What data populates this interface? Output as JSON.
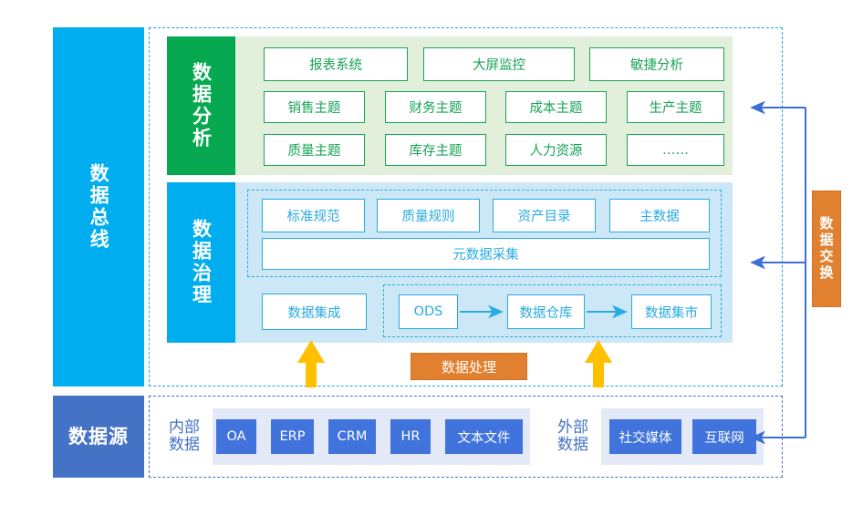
{
  "colors": {
    "bus_blue": "#00AEEF",
    "source_blue": "#4472C4",
    "analysis_green": "#06A94F",
    "analysis_band": "#E2EFDA",
    "governance_band": "#CCE7F6",
    "orange": "#E1802F",
    "yellow_arrow": "#FFC000",
    "box_blue": "#4073DB",
    "group_bg": "#E3E9F7"
  },
  "rails": {
    "data_bus": "数据总线",
    "data_source": "数据源"
  },
  "exchange": {
    "label": "数据交换"
  },
  "processing": {
    "label": "数据处理"
  },
  "analysis": {
    "caption": "数据分析",
    "row1": [
      "报表系统",
      "大屏监控",
      "敏捷分析"
    ],
    "row2": [
      "销售主题",
      "财务主题",
      "成本主题",
      "生产主题"
    ],
    "row3": [
      "质量主题",
      "库存主题",
      "人力资源",
      "……"
    ]
  },
  "governance": {
    "caption": "数据治理",
    "meta_row": [
      "标准规范",
      "质量规则",
      "资产目录",
      "主数据"
    ],
    "meta_wide": "元数据采集",
    "integration": "数据集成",
    "pipeline": [
      "ODS",
      "数据仓库",
      "数据集市"
    ]
  },
  "source": {
    "internal_label": "内部\n数据",
    "internal_label_l1": "内部",
    "internal_label_l2": "数据",
    "internal_items": [
      "OA",
      "ERP",
      "CRM",
      "HR",
      "文本文件"
    ],
    "external_label_l1": "外部",
    "external_label_l2": "数据",
    "external_items": [
      "社交媒体",
      "互联网"
    ]
  }
}
